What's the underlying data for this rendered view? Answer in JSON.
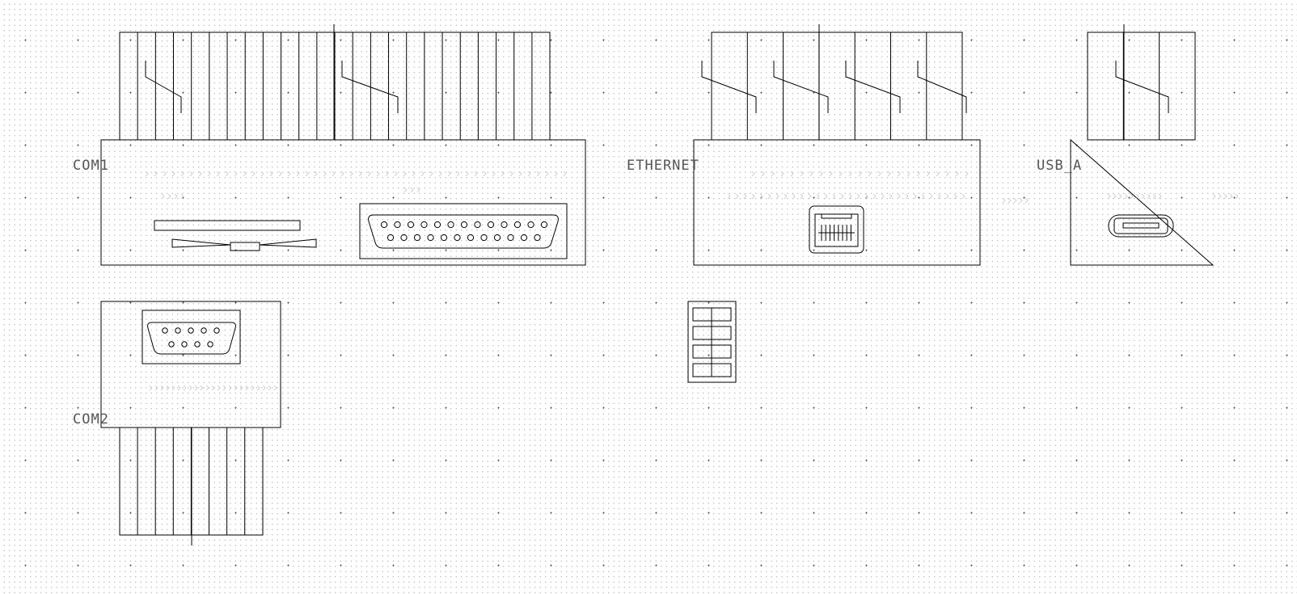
{
  "labels": {
    "com1": "COM1",
    "com2": "COM2",
    "ethernet": "ETHERNET",
    "usb_a": "USB_A"
  },
  "icons": {
    "db25": "db25-connector-icon",
    "db9": "db9-connector-icon",
    "rj45": "rj45-jack-icon",
    "usb_a": "usb-a-port-icon",
    "edge_slot": "edge-slot-connector-icon",
    "relay_block": "terminal-block-icon"
  },
  "colors": {
    "line": "#000000",
    "label": "#555555",
    "grid_major": "#5a5a5a",
    "grid_minor": "#b8b8b8"
  }
}
